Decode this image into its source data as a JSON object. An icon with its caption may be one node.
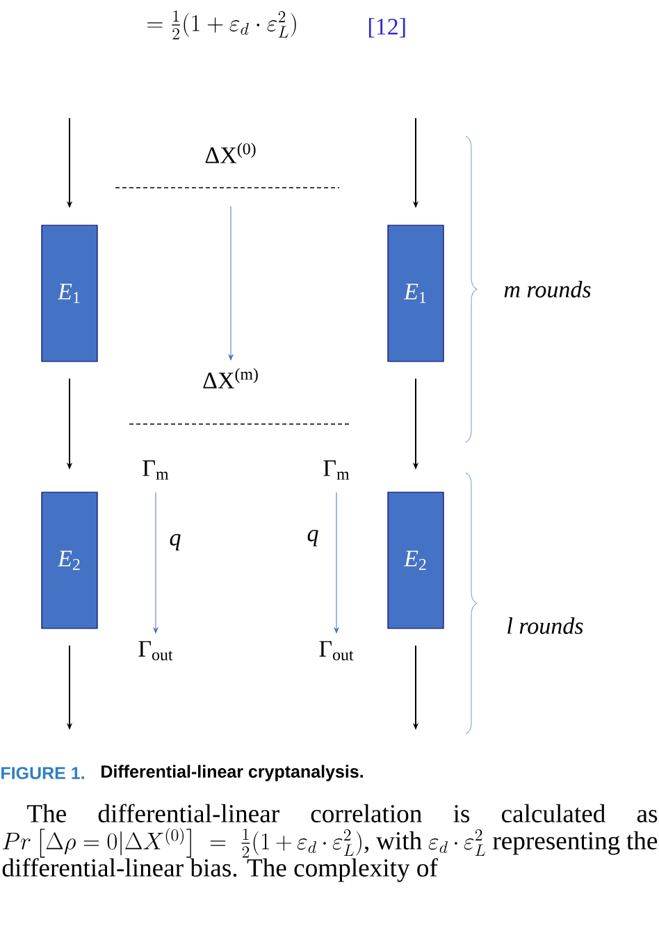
{
  "diagram": {
    "caption": "Differential-linear cryptanalysis.",
    "nodes": [
      {
        "text": [
          "*E*$_{1}$"
        ]
      },
      {
        "text": [
          "*E*$_{1}$"
        ]
      },
      {
        "text": [
          "*E*$_{2}$"
        ]
      },
      {
        "text": [
          "*E*$_{2}$"
        ]
      },
      {
        "text": [
          "ΔX$^{(0)}$"
        ]
      },
      {
        "text": [
          "ΔX$^{(m)}$"
        ]
      },
      {
        "text": [
          "Γ$_{m}$"
        ]
      },
      {
        "text": [
          "Γ$_{out}$"
        ]
      },
      {
        "text": [
          "Γ$_{m}$"
        ]
      },
      {
        "text": [
          "Γ$_{out}$"
        ]
      }
    ],
    "edges": [
      {
        "from": null,
        "to": 0,
        "arrow": "to"
      },
      {
        "from": 0,
        "to": 2,
        "arrow": "to"
      },
      {
        "from": 2,
        "to": null,
        "arrow": "to"
      },
      {
        "from": null,
        "to": 1,
        "arrow": "to"
      },
      {
        "from": 1,
        "to": 3,
        "arrow": "to"
      },
      {
        "from": 3,
        "to": null,
        "arrow": "to"
      },
      {
        "from": 4,
        "to": 5,
        "arrow": "to",
        "color": "#4472c4"
      },
      {
        "from": 6,
        "to": 7,
        "arrow": "to",
        "label": "q",
        "color": "#4472c4"
      },
      {
        "from": 8,
        "to": 9,
        "arrow": "to",
        "label": "q",
        "color": "#4472c4"
      }
    ],
    "labels": [
      "= \\frac{1}{2}(1+\\varepsilon_d\\cdot\\varepsilon_L^2)",
      "[12]",
      "m rounds",
      "l rounds",
      "FIGURE 1.",
      "The differential-linear correlation is calculated as",
      "Pr\\left[\\Delta\\rho=0|\\Delta X^{(0)}\\right] \\;=\\; \\tfrac{1}{2}(1+\\varepsilon_d\\cdot\\varepsilon_L^2)",
      ", with",
      "\\varepsilon_d\\cdot\\varepsilon_L^2",
      "representing the differential-linear bias. The complexity of"
    ]
  }
}
